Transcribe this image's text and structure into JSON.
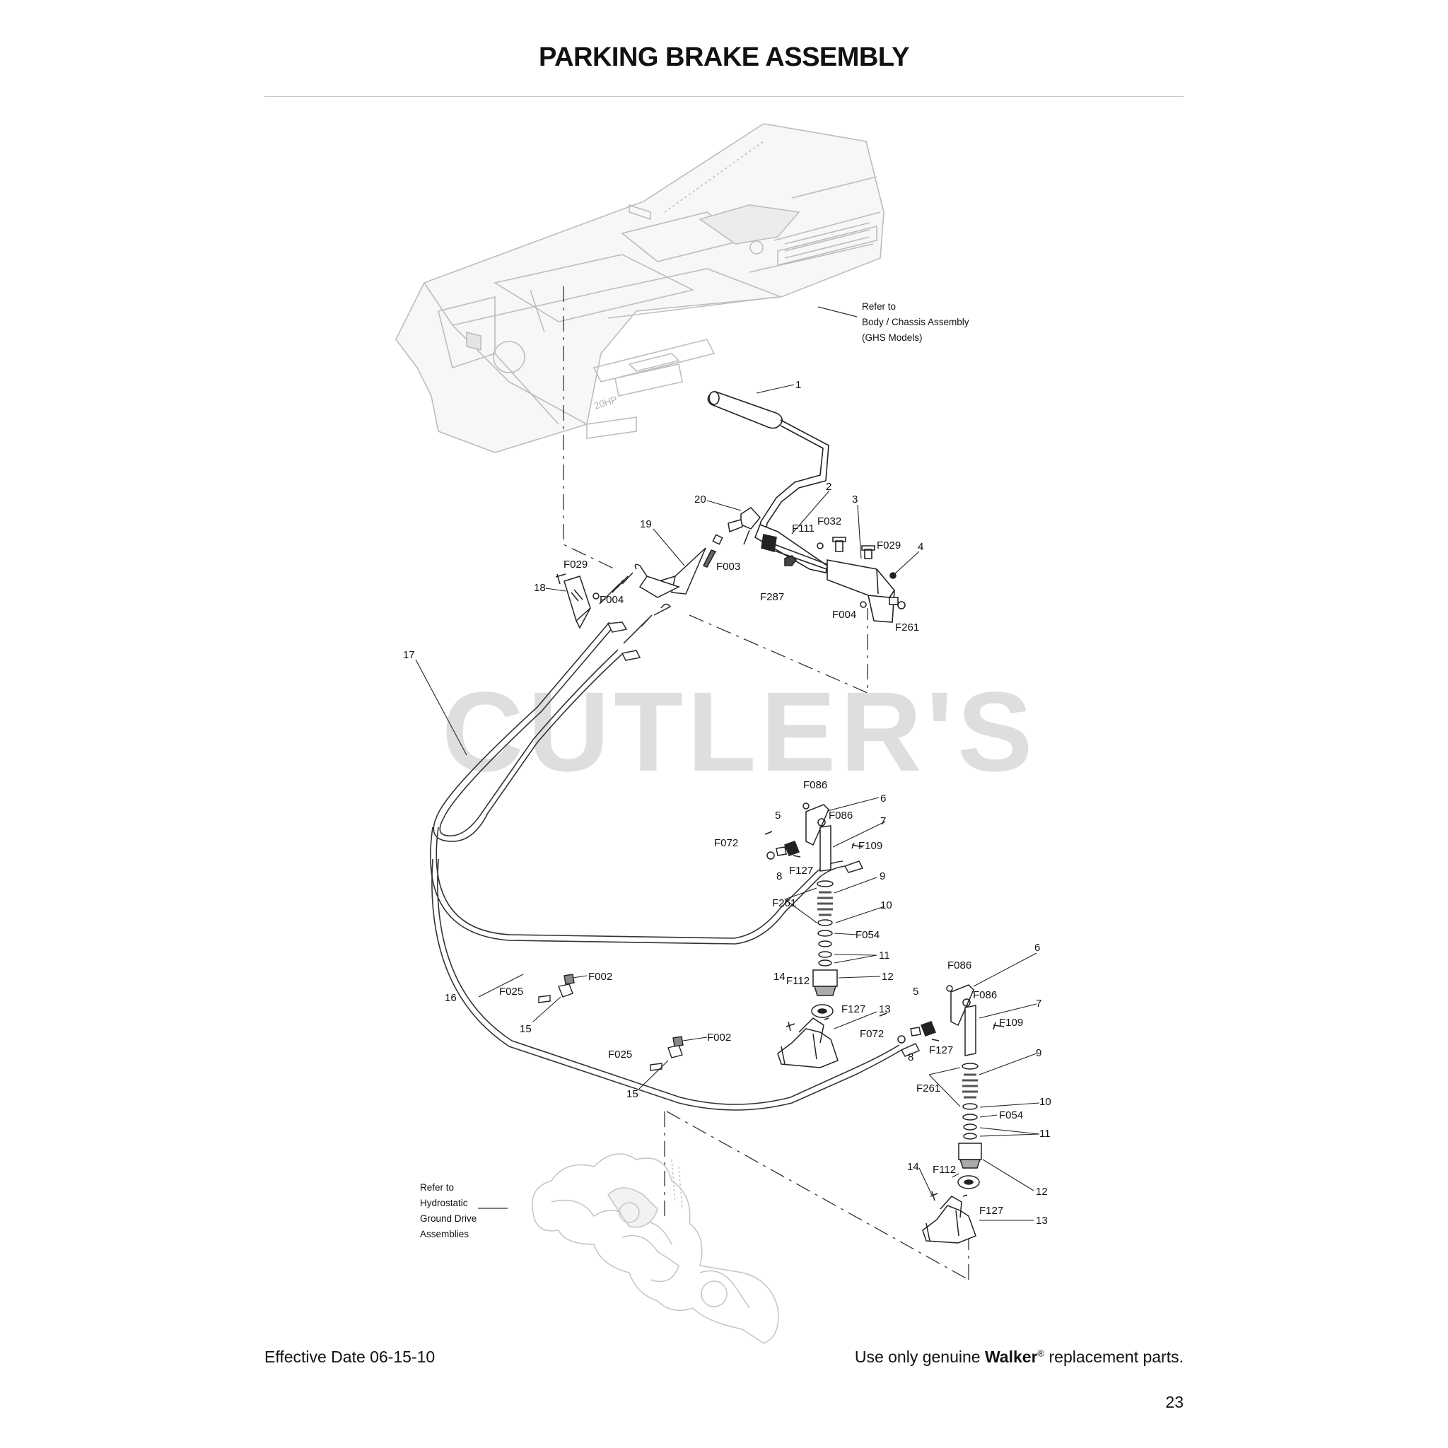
{
  "document": {
    "title": "PARKING BRAKE ASSEMBLY",
    "effective_date": "Effective Date 06-15-10",
    "footer_prefix": "Use only genuine ",
    "footer_brand": "Walker",
    "footer_reg": "®",
    "footer_suffix": " replacement parts.",
    "page_number": "23"
  },
  "watermark": "CUTLER'S",
  "notes": {
    "body_ref": [
      "Refer to",
      "Body / Chassis Assembly",
      "(GHS Models)"
    ],
    "drive_ref": [
      "Refer to",
      "Hydrostatic",
      "Ground Drive",
      "Assemblies"
    ],
    "engine_badge": "20HP"
  },
  "callouts": {
    "c1": "1",
    "c2": "2",
    "c3": "3",
    "c4": "4",
    "c20": "20",
    "c19": "19",
    "c18": "18",
    "c17": "17",
    "f111": "F111",
    "f032": "F032",
    "f029a": "F029",
    "f029b": "F029",
    "f003": "F003",
    "f004a": "F004",
    "f004b": "F004",
    "f287": "F287",
    "f261a": "F261",
    "f086a": "F086",
    "f086b": "F086",
    "c6a": "6",
    "c7a": "7",
    "c5a": "5",
    "f072a": "F072",
    "c8a": "8",
    "f127a": "F127",
    "f109a": "F109",
    "c9a": "9",
    "f261b": "F261",
    "c10a": "10",
    "f054a": "F054",
    "c11a": "11",
    "c12a": "12",
    "c14a": "14",
    "f112a": "F112",
    "f127b": "F127",
    "c13a": "13",
    "c16": "16",
    "f025a": "F025",
    "f002a": "F002",
    "c15a": "15",
    "f002b": "F002",
    "f025b": "F025",
    "c15b": "15",
    "c6b": "6",
    "f086c": "F086",
    "f086d": "F086",
    "c7b": "7",
    "f109b": "F109",
    "c5b": "5",
    "f072b": "F072",
    "c8b": "8",
    "f127c": "F127",
    "c9b": "9",
    "f261c": "F261",
    "c10b": "10",
    "f054b": "F054",
    "c11b": "11",
    "c14b": "14",
    "f112b": "F112",
    "c12b": "12",
    "f127d": "F127",
    "c13b": "13"
  }
}
